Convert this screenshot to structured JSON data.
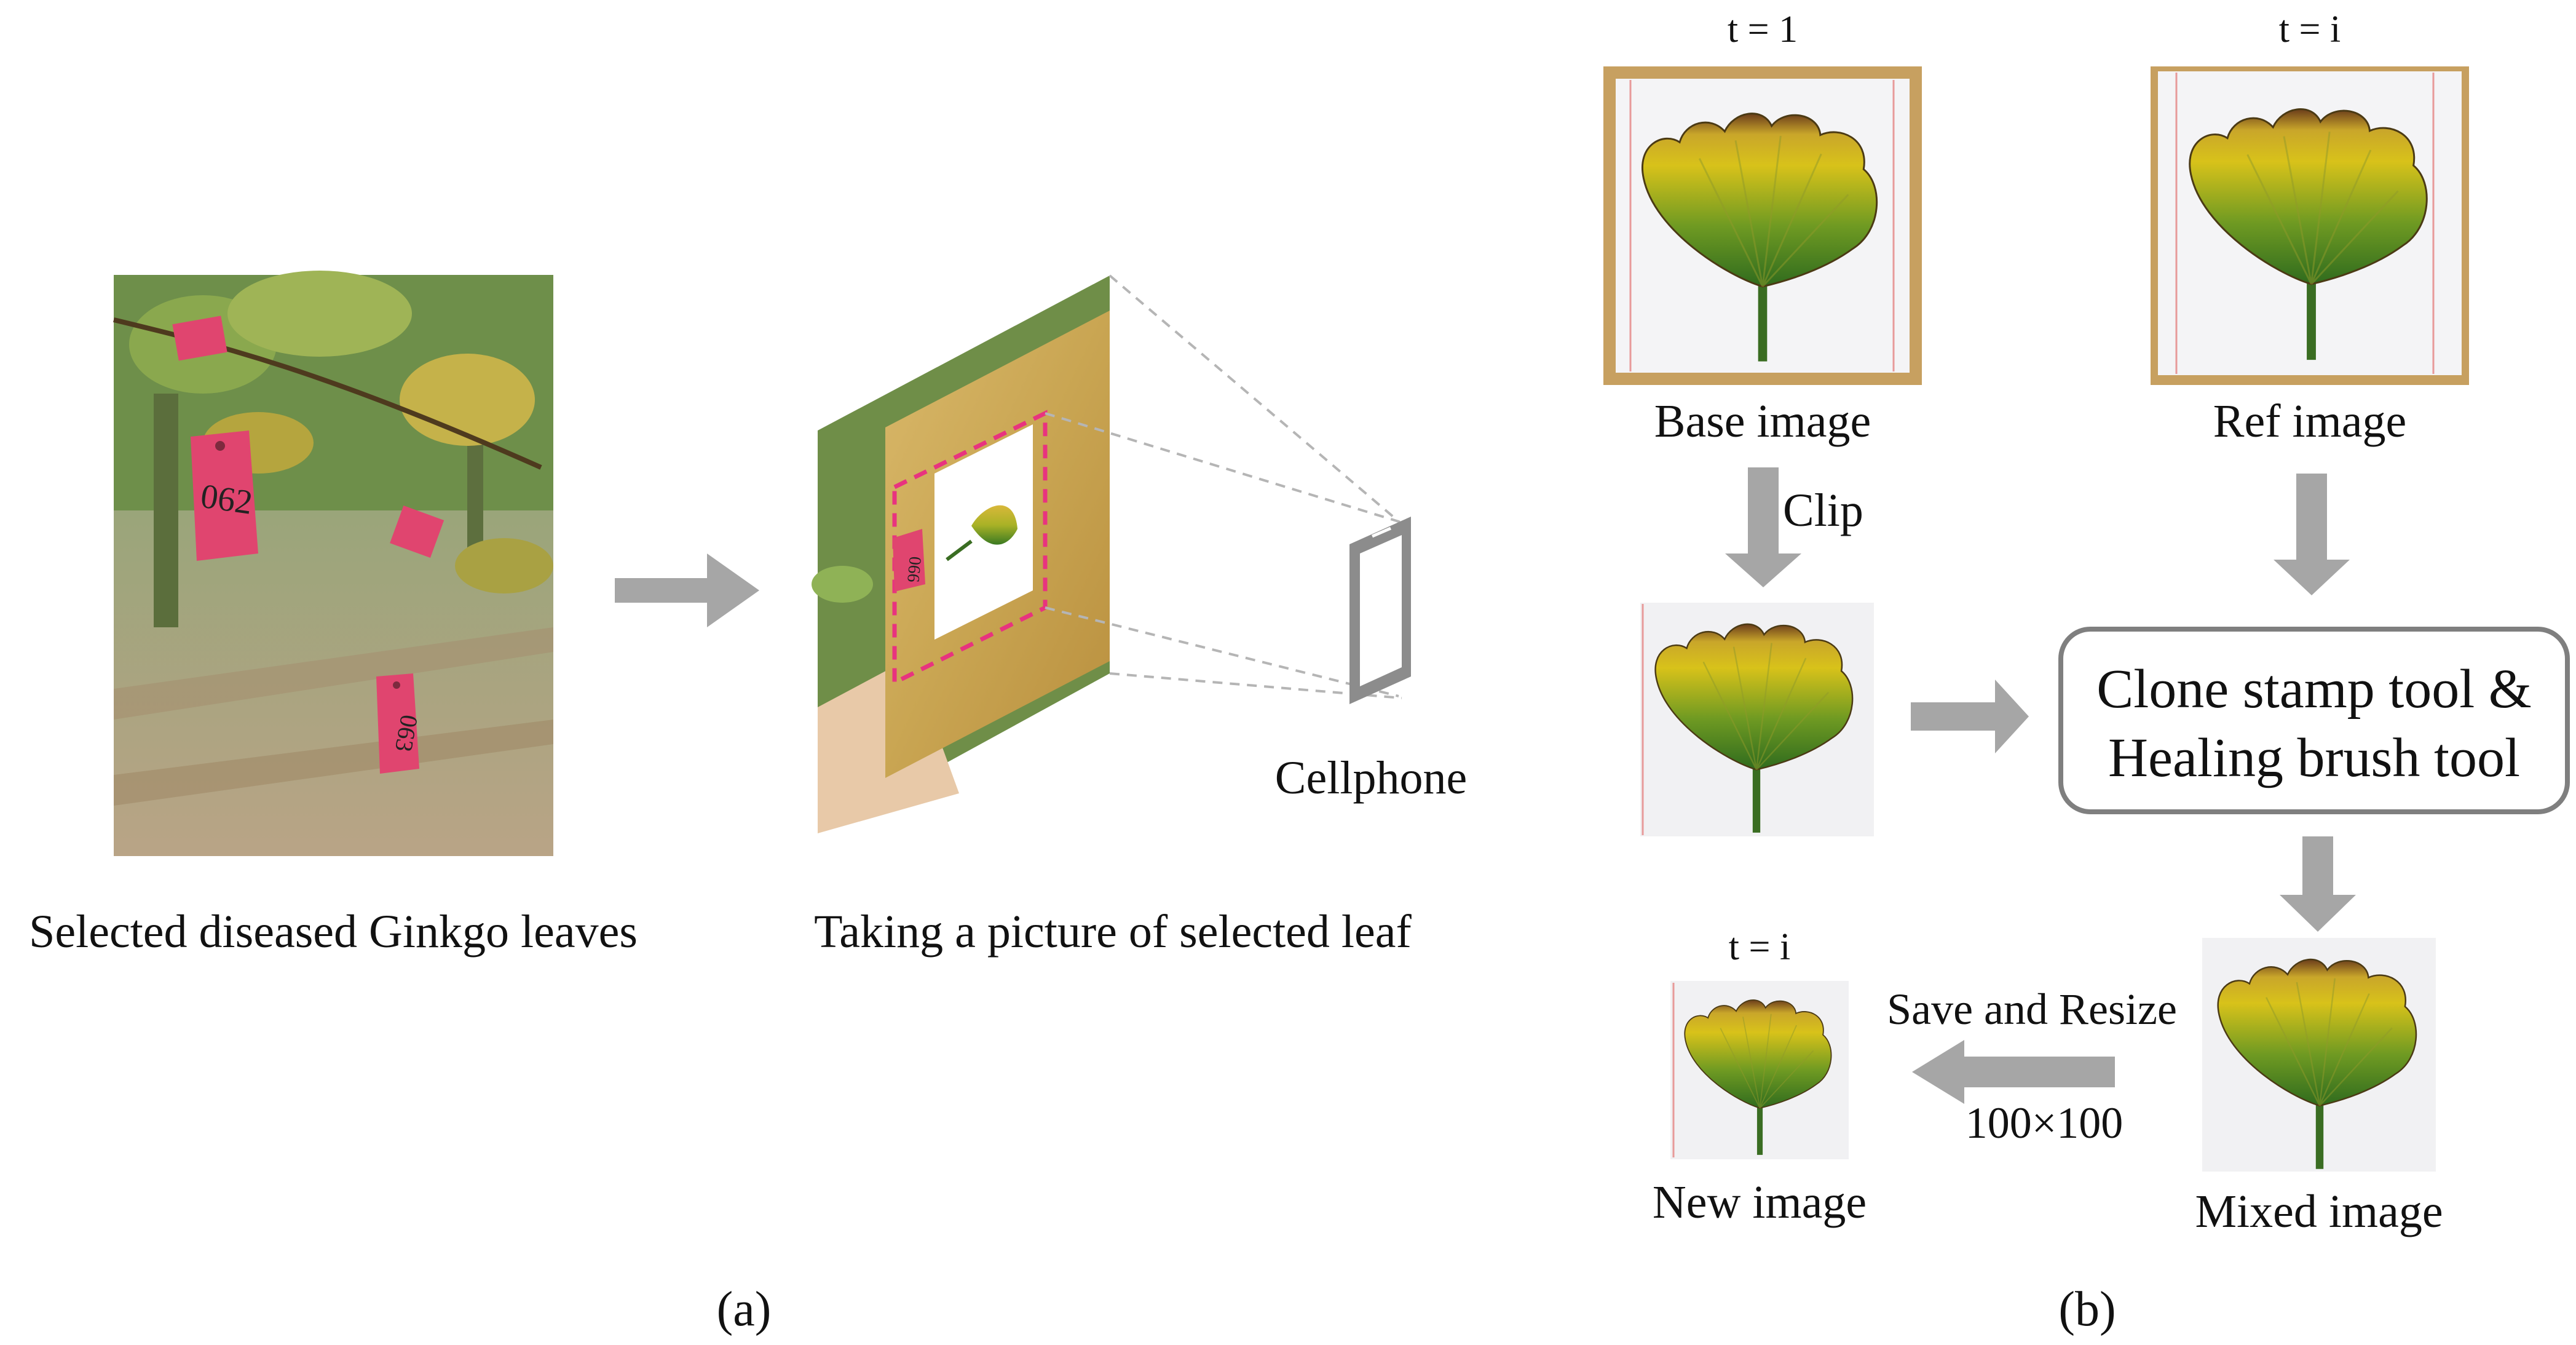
{
  "panel_a": {
    "label": "(a)",
    "photo_tag_1": "062",
    "photo_tag_2": "063",
    "framed_tag": "066",
    "caption_left": "Selected diseased Ginkgo leaves",
    "caption_middle": "Taking a picture of selected leaf",
    "device_label": "Cellphone"
  },
  "panel_b": {
    "label": "(b)",
    "base": {
      "time": "t = 1",
      "caption": "Base image"
    },
    "ref": {
      "time": "t = i",
      "caption": "Ref image"
    },
    "clip_label": "Clip",
    "tool_box": {
      "line1": "Clone stamp tool &",
      "line2": "Healing brush tool"
    },
    "mixed_caption": "Mixed image",
    "save_label": "Save and Resize",
    "size_label": "100×100",
    "new_image": {
      "time": "t = i",
      "caption": "New image"
    }
  },
  "colors": {
    "arrow": "#a6a6a6",
    "box_border": "#7f7f7f",
    "tag": "#e0456f",
    "leaf_yellow": "#d8c21a",
    "leaf_green": "#3f7d23",
    "leaf_brown": "#6b3d1b"
  }
}
